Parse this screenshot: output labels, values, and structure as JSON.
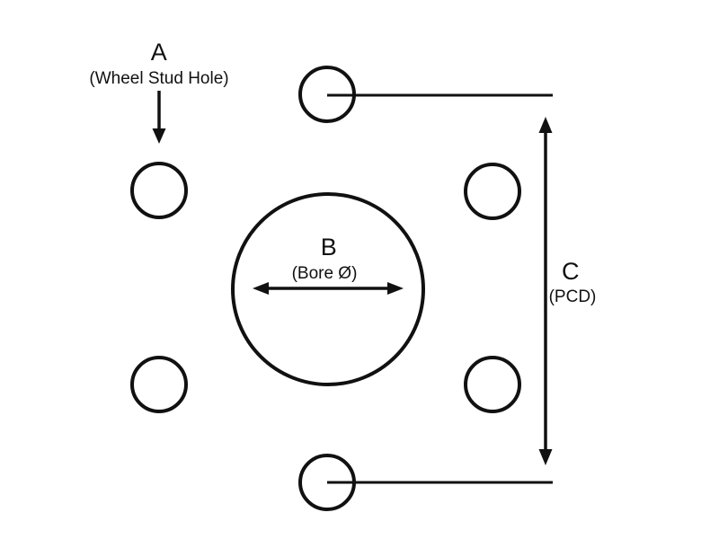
{
  "diagram": {
    "type": "wheel-hub-dimension-diagram",
    "background": "#ffffff",
    "line_color": "#111111",
    "stud_hole_count": 6
  },
  "labels": {
    "a": {
      "letter": "A",
      "caption": "(Wheel Stud Hole)"
    },
    "b": {
      "letter": "B",
      "caption": "(Bore Ø)"
    },
    "c": {
      "letter": "C",
      "caption": "(PCD)"
    }
  }
}
